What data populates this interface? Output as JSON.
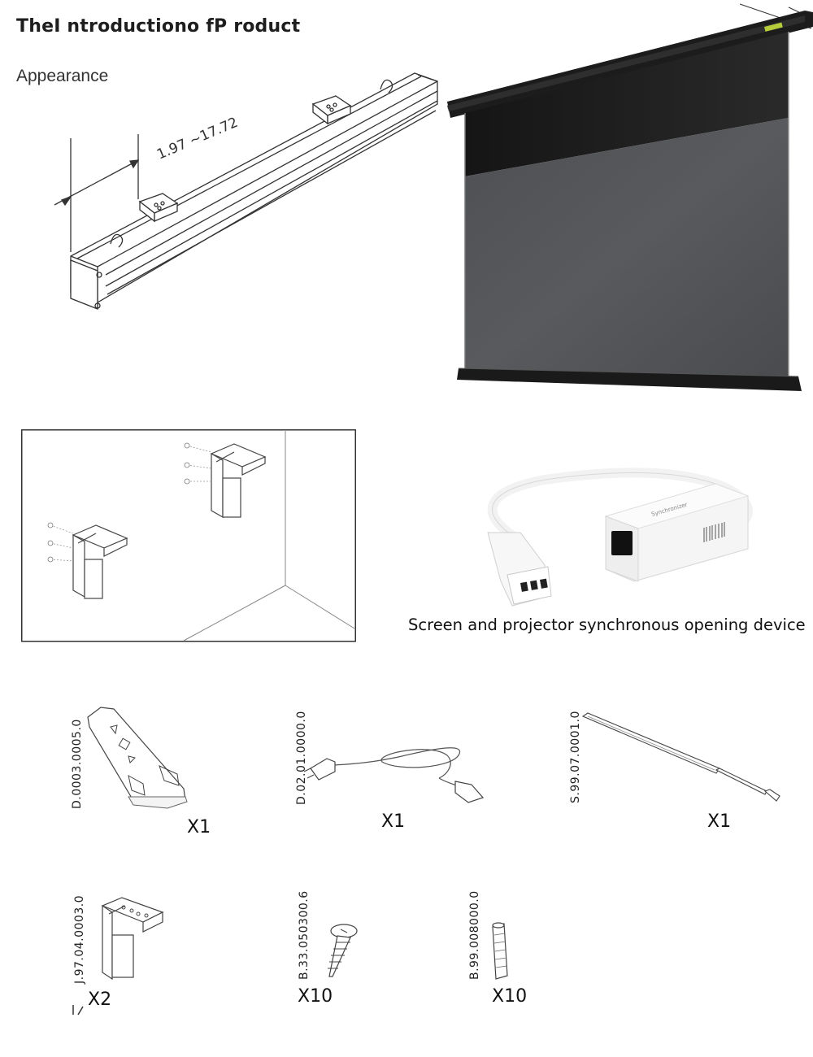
{
  "header": {
    "title": "TheI ntroductiono fP roduct",
    "section": "Appearance"
  },
  "dimension_label": "1.97  ~17.72",
  "sync_device": {
    "caption": "Screen and projector synchronous opening device",
    "box_label": "Synchronizer"
  },
  "accessories": [
    {
      "code": "D.0003.0005.0",
      "qty": "X1",
      "icon": "remote-control-icon"
    },
    {
      "code": "D.02.01.0000.0",
      "qty": "X1",
      "icon": "power-cord-icon"
    },
    {
      "code": "S.99.07.0001.0",
      "qty": "X1",
      "icon": "rod-icon"
    },
    {
      "code": "J.97.04.0003.0",
      "qty": "X2",
      "icon": "bracket-icon"
    },
    {
      "code": "B.33.050300.6",
      "qty": "X10",
      "icon": "screw-icon"
    },
    {
      "code": "B.99.008000.0",
      "qty": "X10",
      "icon": "anchor-icon"
    }
  ]
}
